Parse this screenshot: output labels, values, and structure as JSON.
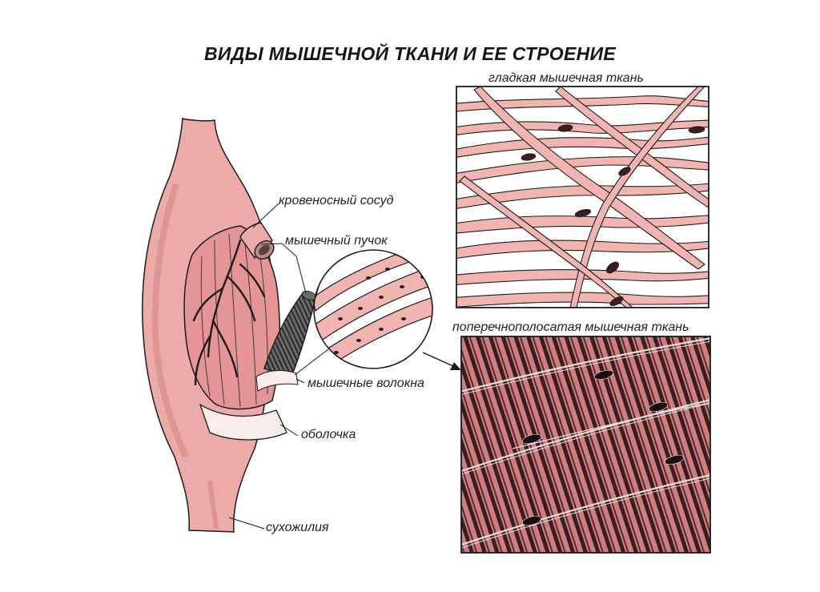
{
  "title": "ВИДЫ МЫШЕЧНОЙ ТКАНИ И ЕЕ СТРОЕНИЕ",
  "panels": {
    "smooth": "гладкая мышечная ткань",
    "striated": "поперечнополосатая мышечная ткань"
  },
  "labels": {
    "blood_vessel": "кровеносный сосуд",
    "muscle_bundle": "мышечный пучок",
    "muscle_fibers": "мышечные волокна",
    "sheath": "оболочка",
    "tendon": "сухожилия"
  },
  "colors": {
    "muscle_pink": "#ecaaa9",
    "muscle_dark": "#e38f90",
    "fiber_pink": "#f2b4b1",
    "striated_dark": "#3a1d1f",
    "striated_band": "#cf7e80",
    "outline": "#1c1c1c"
  }
}
